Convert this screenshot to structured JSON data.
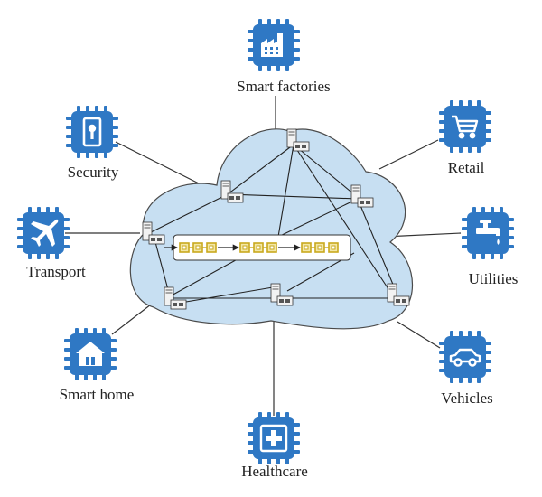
{
  "colors": {
    "chip_blue": "#2f78c4",
    "cloud_fill": "#c7dff2",
    "cloud_stroke": "#4a4a4a",
    "line": "#333333",
    "block_gold": "#c9a91e",
    "block_fill": "#f3e7a6"
  },
  "diagram": {
    "categories": [
      {
        "id": "smart-factories",
        "label": "Smart factories",
        "icon": "factory-icon"
      },
      {
        "id": "retail",
        "label": "Retail",
        "icon": "shopping-cart-icon"
      },
      {
        "id": "utilities",
        "label": "Utilities",
        "icon": "water-tap-icon"
      },
      {
        "id": "vehicles",
        "label": "Vehicles",
        "icon": "car-icon"
      },
      {
        "id": "healthcare",
        "label": "Healthcare",
        "icon": "medical-cross-icon"
      },
      {
        "id": "smart-home",
        "label": "Smart home",
        "icon": "house-icon"
      },
      {
        "id": "transport",
        "label": "Transport",
        "icon": "airplane-icon"
      },
      {
        "id": "security",
        "label": "Security",
        "icon": "padlock-icon"
      }
    ],
    "cloud": {
      "node_icon": "server-icon",
      "blockchain_icon": "blockchain-chain-icon"
    }
  }
}
